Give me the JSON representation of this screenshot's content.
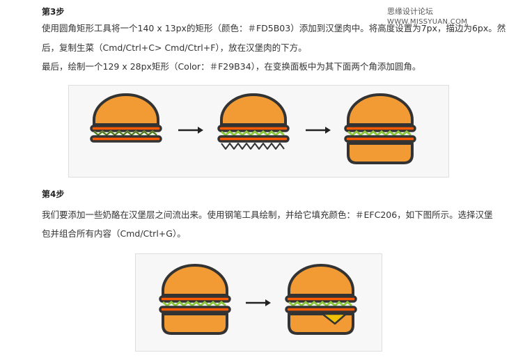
{
  "watermark": {
    "cn": "思缘设计论坛",
    "site": "WWW.MISSYUAN.COM"
  },
  "step3": {
    "heading": "第3步",
    "p1_line1": "使用圆角矩形工具将一个140 x 13px的矩形（颜色：＃FD5B03）添加到汉堡肉中。将高度设置为7px，描边为6px。然",
    "p1_line2": "后，复制生菜（Cmd/Ctrl+C> Cmd/Ctrl+F），放在汉堡肉的下方。",
    "p2": "最后，绘制一个129 x 28px矩形（Color：＃F29B34），在变换面板中为其下面两个角添加圆角。"
  },
  "step4": {
    "heading": "第4步",
    "p1_line1": "我们要添加一些奶酪在汉堡层之间流出来。使用钢笔工具绘制，并给它填充颜色：＃EFC206，如下图所示。选择汉堡",
    "p1_line2": "包并组合所有内容（Cmd/Ctrl+G）。"
  },
  "colors": {
    "bun": "#F29B34",
    "patty": "#FD5B03",
    "lettuce": "#8DC63F",
    "cheese": "#EFC206",
    "outline": "#333333"
  },
  "icons": [
    "hamburger-icon",
    "arrow-right-icon"
  ]
}
